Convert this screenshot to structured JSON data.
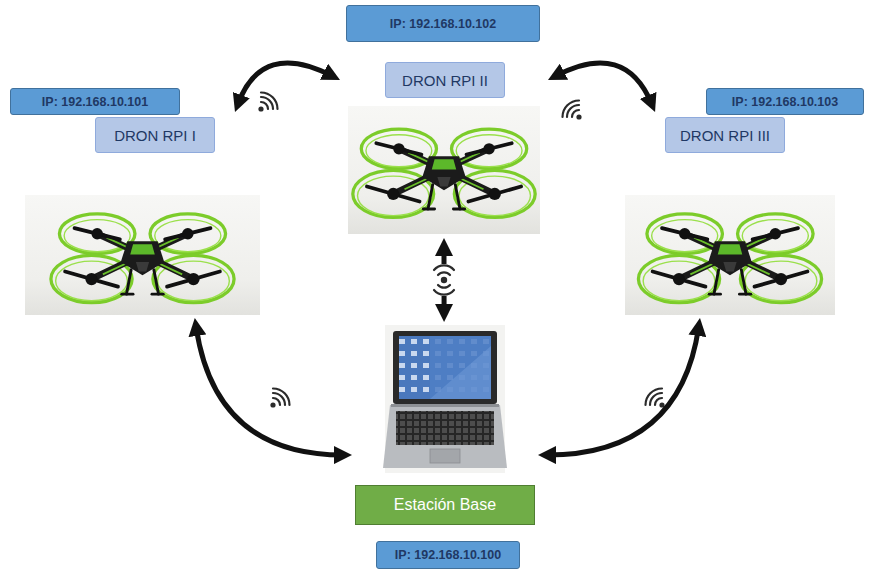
{
  "diagram": {
    "nodes": [
      {
        "text": [
          "IP: 192.168.10.102"
        ]
      },
      {
        "text": [
          "DRON RPI II"
        ]
      },
      {
        "text": [
          "IP: 192.168.10.101"
        ]
      },
      {
        "text": [
          "DRON RPI I"
        ]
      },
      {
        "text": [
          "IP: 192.168.10.103"
        ]
      },
      {
        "text": [
          "DRON RPI III"
        ]
      },
      {
        "text": [
          "Estación Base"
        ]
      },
      {
        "text": [
          "IP: 192.168.10.100"
        ]
      }
    ],
    "edges": [
      {
        "from": 3,
        "to": 1,
        "arrow": "both"
      },
      {
        "from": 1,
        "to": 5,
        "arrow": "both"
      },
      {
        "from": 1,
        "to": 6,
        "arrow": "both"
      },
      {
        "from": 3,
        "to": 6,
        "arrow": "both"
      },
      {
        "from": 5,
        "to": 6,
        "arrow": "both"
      }
    ]
  }
}
